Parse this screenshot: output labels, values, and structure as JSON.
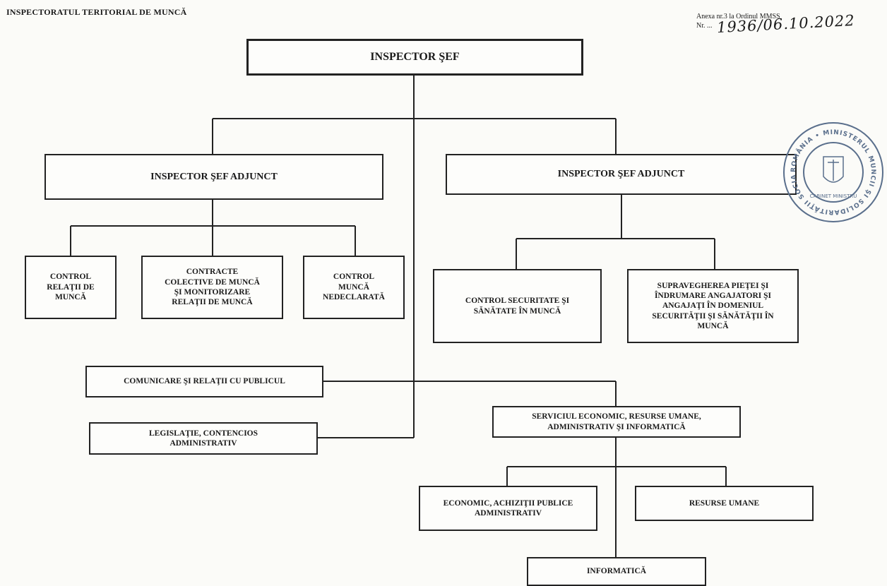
{
  "header": {
    "title": "INSPECTORATUL TERITORIAL DE MUNCĂ",
    "annex": "Anexa nr.3 la Ordinul MMSS",
    "annex_nr": "Nr. ...",
    "annex_handwritten": "1936/06.10.2022"
  },
  "chart": {
    "chief": "INSPECTOR ŞEF",
    "deputy_left": "INSPECTOR ŞEF ADJUNCT",
    "deputy_right": "INSPECTOR ŞEF ADJUNCT",
    "control_relatii": "CONTROL\nRELAŢII DE\nMUNCĂ",
    "contracte_colective": "CONTRACTE\nCOLECTIVE DE MUNCĂ\nŞI MONITORIZARE\nRELAŢII DE MUNCĂ",
    "control_nedeclarata": "CONTROL\nMUNCĂ\nNEDECLARATĂ",
    "control_securitate": "CONTROL SECURITATE ŞI\nSĂNĂTATE ÎN MUNCĂ",
    "supraveghere": "SUPRAVEGHEREA PIEŢEI ŞI\nÎNDRUMARE ANGAJATORI ŞI\nANGAJAŢI ÎN DOMENIUL\nSECURITĂŢII ŞI SĂNĂTĂŢII ÎN\nMUNCĂ",
    "comunicare": "COMUNICARE ŞI RELAŢII CU PUBLICUL",
    "legislatie": "LEGISLAŢIE, CONTENCIOS\nADMINISTRATIV",
    "serviciul_economic": "SERVICIUL ECONOMIC, RESURSE UMANE,\nADMINISTRATIV ŞI INFORMATICĂ",
    "economic_achizitii": "ECONOMIC, ACHIZIŢII PUBLICE\nADMINISTRATIV",
    "resurse_umane": "RESURSE UMANE",
    "informatica": "INFORMATICĂ"
  },
  "stamp": {
    "ring_text": "ROMÂNIA • MINISTERUL MUNCII ŞI SOLIDARITĂŢII SOCIALE •",
    "center_text": "CABINET MINISTRU"
  },
  "colors": {
    "ink": "#222222",
    "paper": "#fbfbf8",
    "stamp": "#5a6f8c"
  }
}
